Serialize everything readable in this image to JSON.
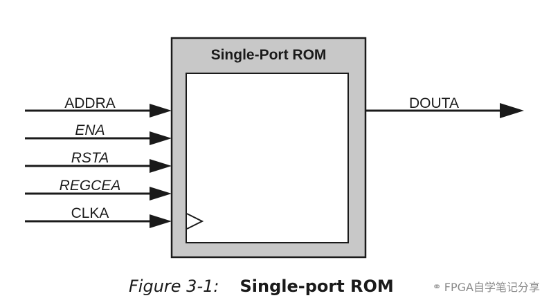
{
  "block": {
    "title": "Single-Port ROM"
  },
  "inputs": [
    {
      "label": "ADDRA",
      "italic": false
    },
    {
      "label": "ENA",
      "italic": true
    },
    {
      "label": "RSTA",
      "italic": true
    },
    {
      "label": "REGCEA",
      "italic": true
    },
    {
      "label": "CLKA",
      "italic": false
    }
  ],
  "outputs": [
    {
      "label": "DOUTA"
    }
  ],
  "caption": {
    "number": "Figure 3-1:",
    "title": "Single-port ROM"
  },
  "watermark": {
    "icon": "wechat-icon",
    "text": "FPGA自学笔记分享"
  },
  "colors": {
    "block_fill": "#c8c8c8",
    "inner_fill": "#ffffff",
    "line": "#1a1a1a"
  }
}
